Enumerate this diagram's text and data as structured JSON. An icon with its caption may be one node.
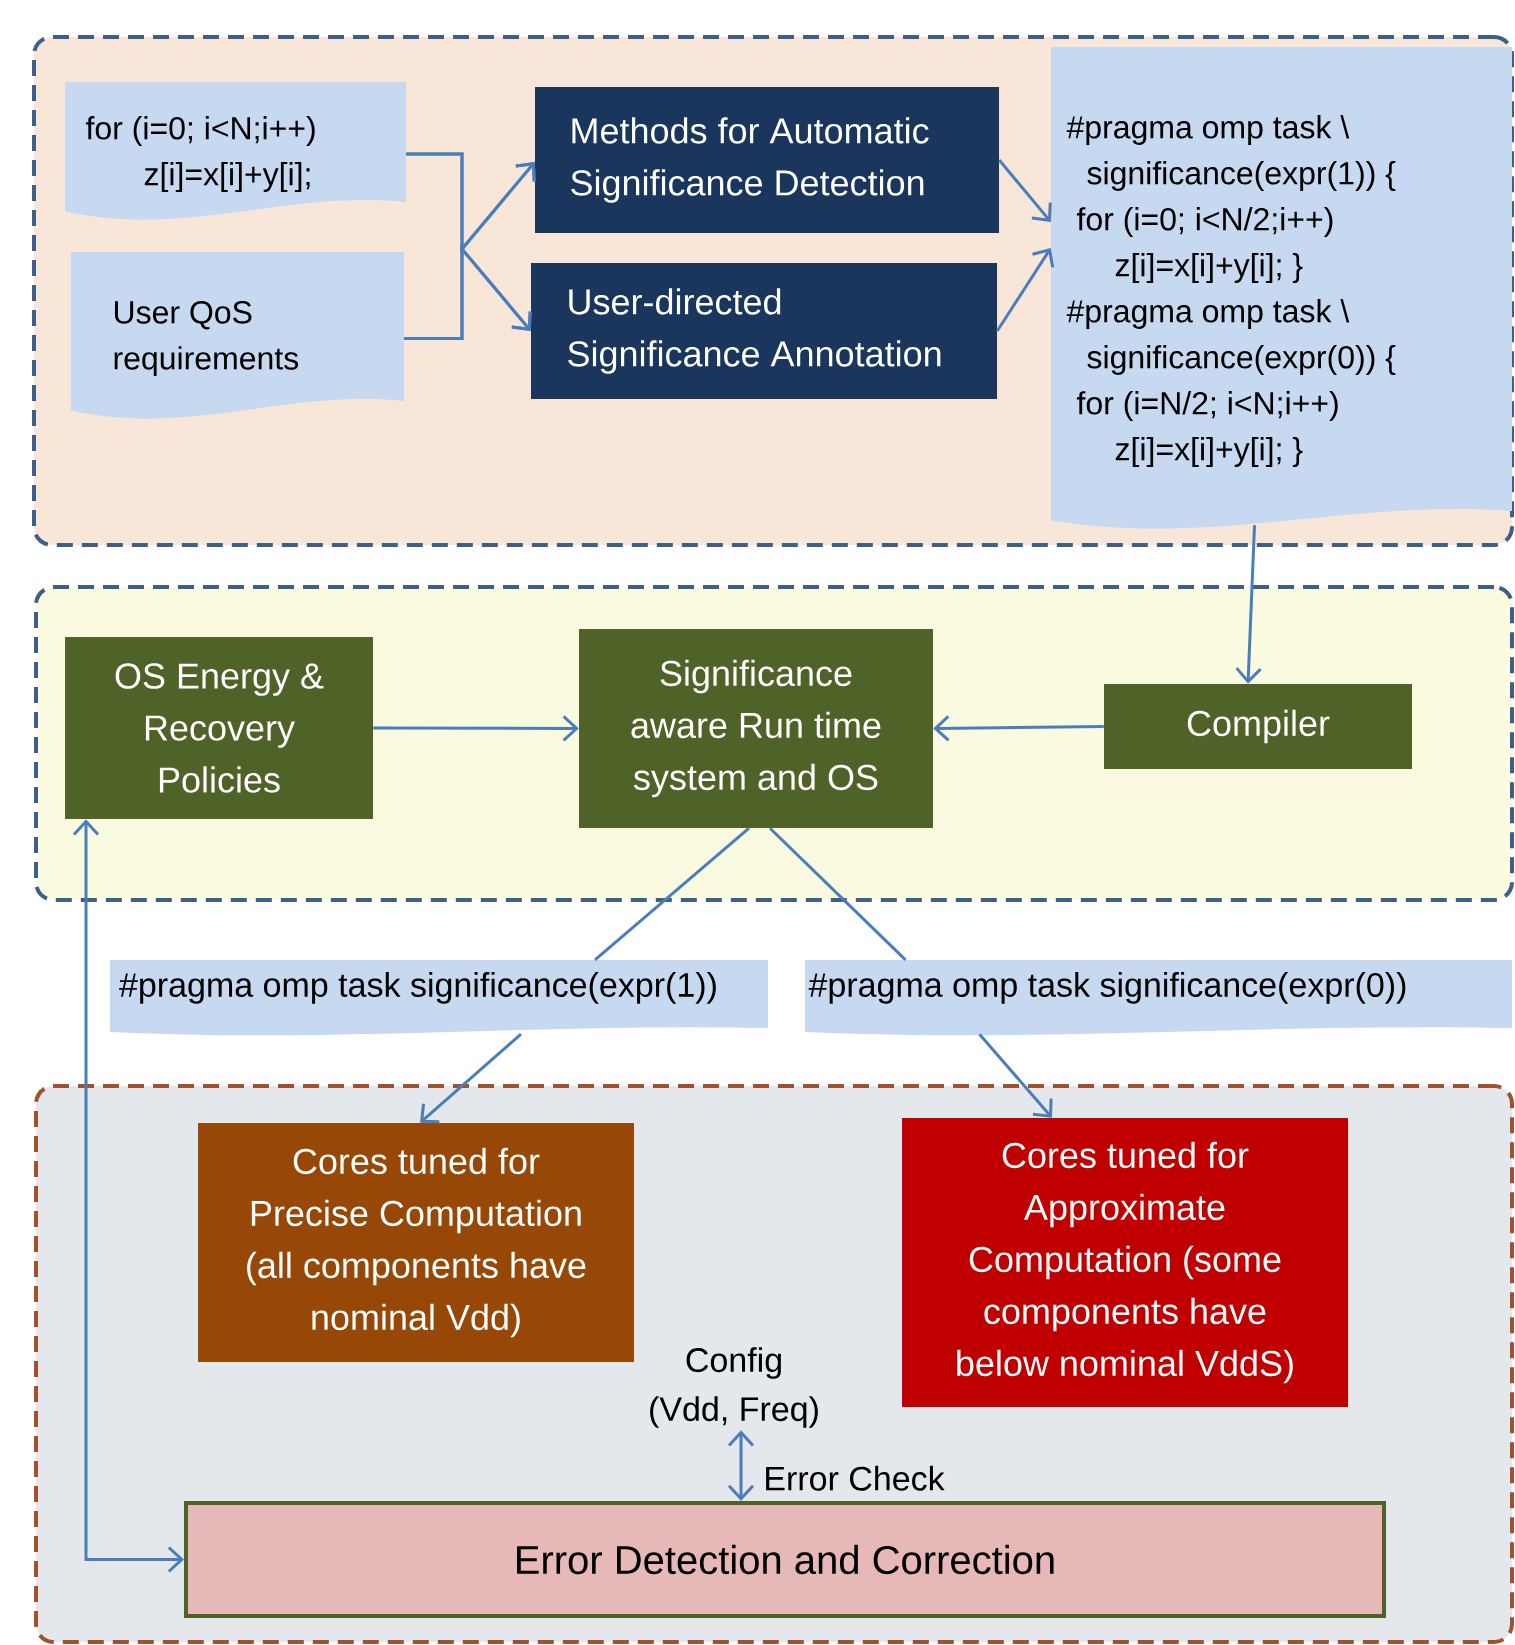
{
  "diagram": {
    "nodes": [
      {
        "text": [],
        "shape": "box"
      },
      {
        "text": [],
        "shape": "box"
      },
      {
        "text": [],
        "shape": "box"
      },
      {
        "text": [
          "for (i=0; i<N;i++)",
          "z[i]=x[i]+y[i];"
        ],
        "in": 0
      },
      {
        "text": [
          "User QoS requirements"
        ],
        "in": 0
      },
      {
        "text": [
          "Methods for Automatic Significance Detection"
        ],
        "in": 0
      },
      {
        "text": [
          "User-directed Significance Annotation"
        ],
        "in": 0
      },
      {
        "text": [
          "#pragma omp task \\",
          "significance(expr(1)) {",
          "for (i=0; i<N/2;i++)",
          "z[i]=x[i]+y[i]; }",
          "#pragma omp task \\",
          "significance(expr(0)) {",
          "for (i=N/2; i<N;i++)",
          "z[i]=x[i]+y[i]; }"
        ],
        "in": 0
      },
      {
        "text": [
          "OS Energy & Recovery Policies"
        ],
        "in": 1
      },
      {
        "text": [
          "Significance aware Run time system and OS"
        ],
        "in": 1
      },
      {
        "text": [
          "Compiler"
        ],
        "in": 1
      },
      {
        "text": [
          "#pragma omp task significance(expr(1))"
        ]
      },
      {
        "text": [
          "#pragma omp task significance(expr(0))"
        ]
      },
      {
        "text": [
          "Cores tuned for Precise Computation (all components have nominal Vdd)"
        ],
        "in": 2
      },
      {
        "text": [
          "Cores tuned for Approximate Computation (some components have below nominal VddS)"
        ],
        "in": 2
      },
      {
        "text": [
          "Error Detection and Correction"
        ],
        "in": 2
      },
      {
        "text": [
          "Config (Vdd, Freq)"
        ],
        "in": 2
      }
    ],
    "edges": [
      {
        "from": 3,
        "to": 5,
        "arrow": "to"
      },
      {
        "from": 3,
        "to": 6,
        "arrow": "to"
      },
      {
        "from": 4,
        "to": 5,
        "arrow": "to"
      },
      {
        "from": 4,
        "to": 6,
        "arrow": "to"
      },
      {
        "from": 5,
        "to": 7,
        "arrow": "to"
      },
      {
        "from": 6,
        "to": 7,
        "arrow": "to"
      },
      {
        "from": 7,
        "to": 10,
        "arrow": "to"
      },
      {
        "from": 8,
        "to": 9,
        "arrow": "to"
      },
      {
        "from": 10,
        "to": 9,
        "arrow": "to"
      },
      {
        "from": 9,
        "to": 11,
        "arrow": "none"
      },
      {
        "from": 11,
        "to": 13,
        "arrow": "to"
      },
      {
        "from": 9,
        "to": 12,
        "arrow": "none"
      },
      {
        "from": 12,
        "to": 14,
        "arrow": "to"
      },
      {
        "from": 8,
        "to": 15,
        "arrow": "both"
      },
      {
        "from": 16,
        "to": 15,
        "arrow": "both",
        "label": "Error Check"
      }
    ]
  }
}
